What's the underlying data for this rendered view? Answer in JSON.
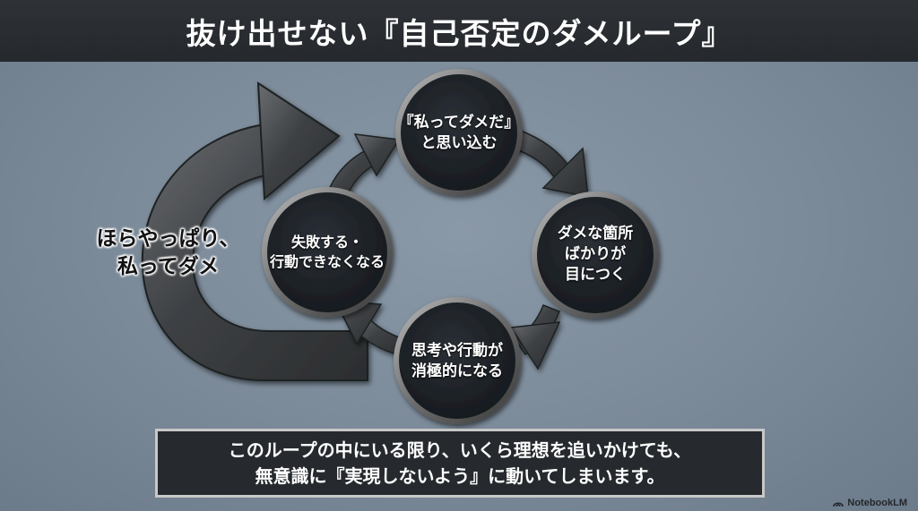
{
  "title": "抜け出せない『自己否定のダメループ』",
  "loop": {
    "nodes": [
      {
        "id": "believe",
        "text": "『私ってダメだ』\nと思い込む"
      },
      {
        "id": "notice",
        "text": "ダメな箇所\nばかりが\n目につく"
      },
      {
        "id": "negative",
        "text": "思考や行動が\n消極的になる"
      },
      {
        "id": "fail",
        "text": "失敗する・\n行動できなくなる"
      }
    ]
  },
  "side_label": "ほらやっぱり、\n私ってダメ",
  "caption": "このループの中にいる限り、いくら理想を追いかけても、\n無意識に『実現しないよう』に動いてしまいます。",
  "watermark": "NotebookLM",
  "colors": {
    "background": "#7b8a99",
    "title_bar": "#2a2e33",
    "node_fill": "#1c2126",
    "arrow_metal": "#4a4d50",
    "caption_bg": "#262a2e"
  }
}
